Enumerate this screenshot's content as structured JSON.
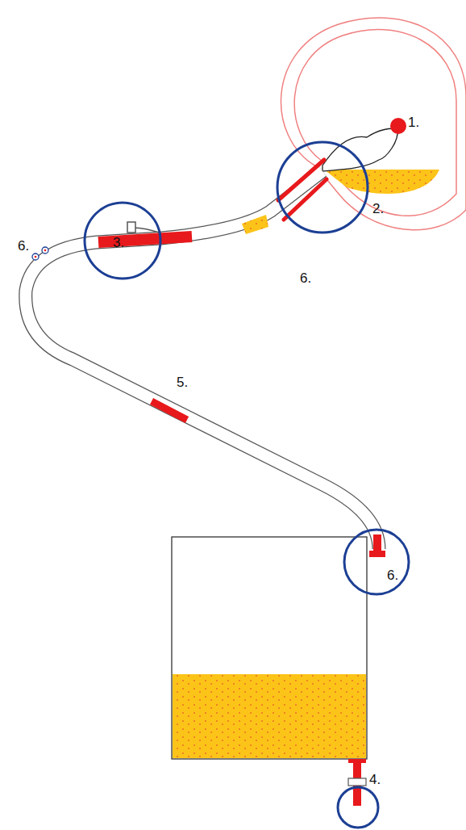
{
  "diagram": {
    "labels": [
      "1.",
      "2.",
      "6.",
      "3.",
      "6.",
      "5.",
      "6.",
      "4."
    ]
  }
}
